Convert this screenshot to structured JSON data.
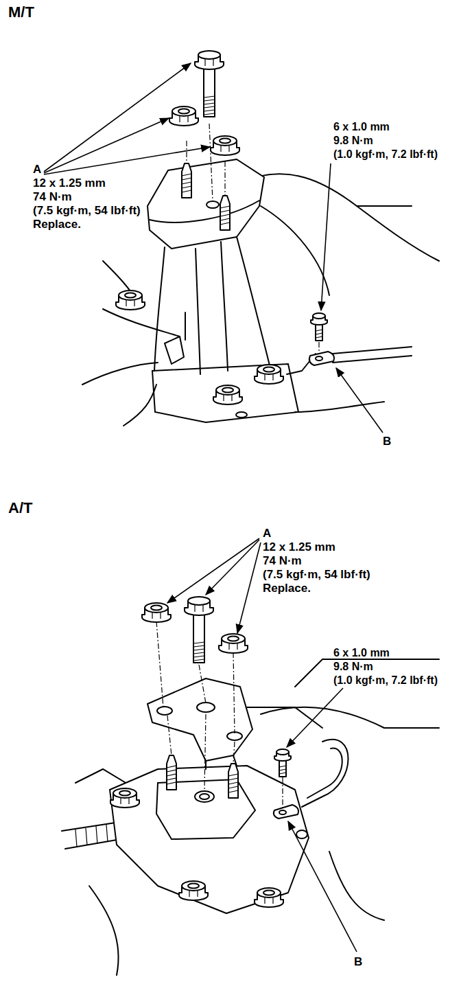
{
  "diagram": {
    "labels": [
      "M/T",
      "A",
      "12 x 1.25 mm",
      "74 N·m",
      "(7.5 kgf·m, 54 lbf·ft)",
      "Replace.",
      "6 x 1.0 mm",
      "9.8 N·m",
      "(1.0 kgf·m, 7.2 lbf·ft)",
      "B",
      "A/T",
      "A",
      "12 x 1.25 mm",
      "74 N·m",
      "(7.5 kgf·m, 54 lbf·ft)",
      "Replace.",
      "6 x 1.0 mm",
      "9.8 N·m",
      "(1.0 kgf·m, 7.2 lbf·ft)",
      "B"
    ]
  }
}
